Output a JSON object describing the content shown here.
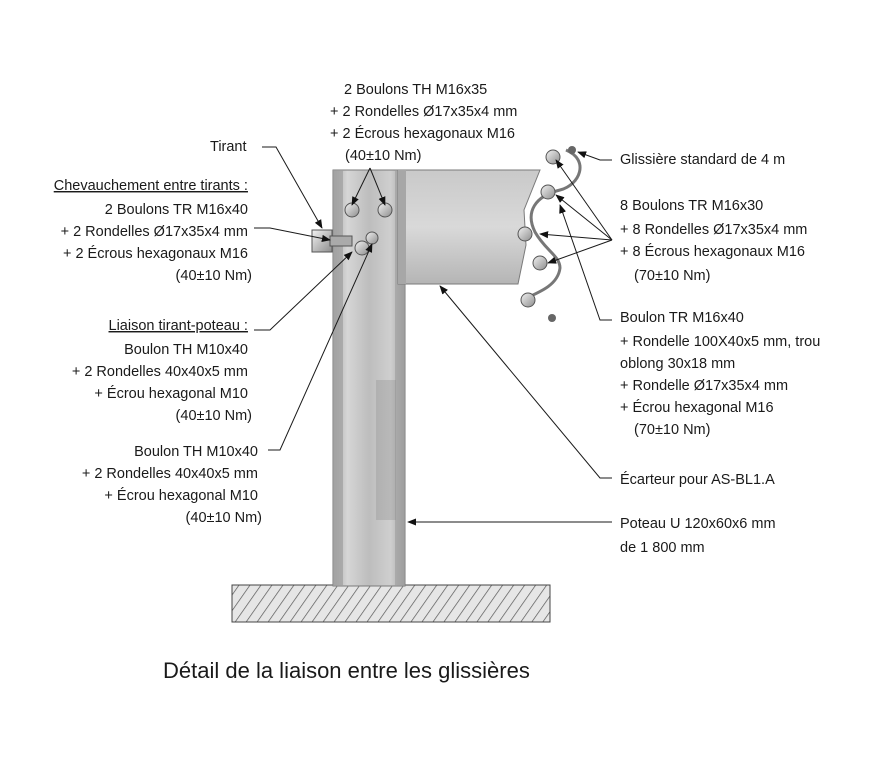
{
  "labels": {
    "top_bolts": [
      "2 Boulons TH M16x35",
      "+ 2 Rondelles Ø17x35x4 mm",
      "+ 2 Écrous hexagonaux M16",
      "(40±10 Nm)"
    ],
    "tirant": "Tirant",
    "chevauchement": [
      "Chevauchement entre tirants :",
      "2 Boulons TR M16x40",
      "+ 2 Rondelles Ø17x35x4 mm",
      "+ 2 Écrous hexagonaux M16",
      "(40±10 Nm)"
    ],
    "liaison": [
      "Liaison tirant-poteau :",
      "Boulon TH M10x40",
      "+ 2 Rondelles 40x40x5 mm",
      "+ Écrou hexagonal M10",
      "(40±10 Nm)"
    ],
    "lower_bolt": [
      "Boulon TH M10x40",
      "+ 2 Rondelles 40x40x5 mm",
      "+ Écrou hexagonal M10",
      "(40±10 Nm)"
    ],
    "glissiere": "Glissière standard de 4 m",
    "right_bolts": [
      "8 Boulons TR M16x30",
      "+ 8 Rondelles Ø17x35x4 mm",
      "+ 8 Écrous hexagonaux M16",
      "(70±10 Nm)"
    ],
    "boulon_tr": [
      "Boulon TR M16x40",
      "+ Rondelle 100X40x5 mm, trou",
      "oblong 30x18 mm",
      "+ Rondelle Ø17x35x4 mm",
      "+ Écrou hexagonal M16",
      "(70±10 Nm)"
    ],
    "ecarteur": "Écarteur pour AS-BL1.A",
    "poteau": [
      "Poteau U 120x60x6 mm",
      "de 1 800 mm"
    ]
  },
  "caption": "Détail de la liaison entre les glissières"
}
